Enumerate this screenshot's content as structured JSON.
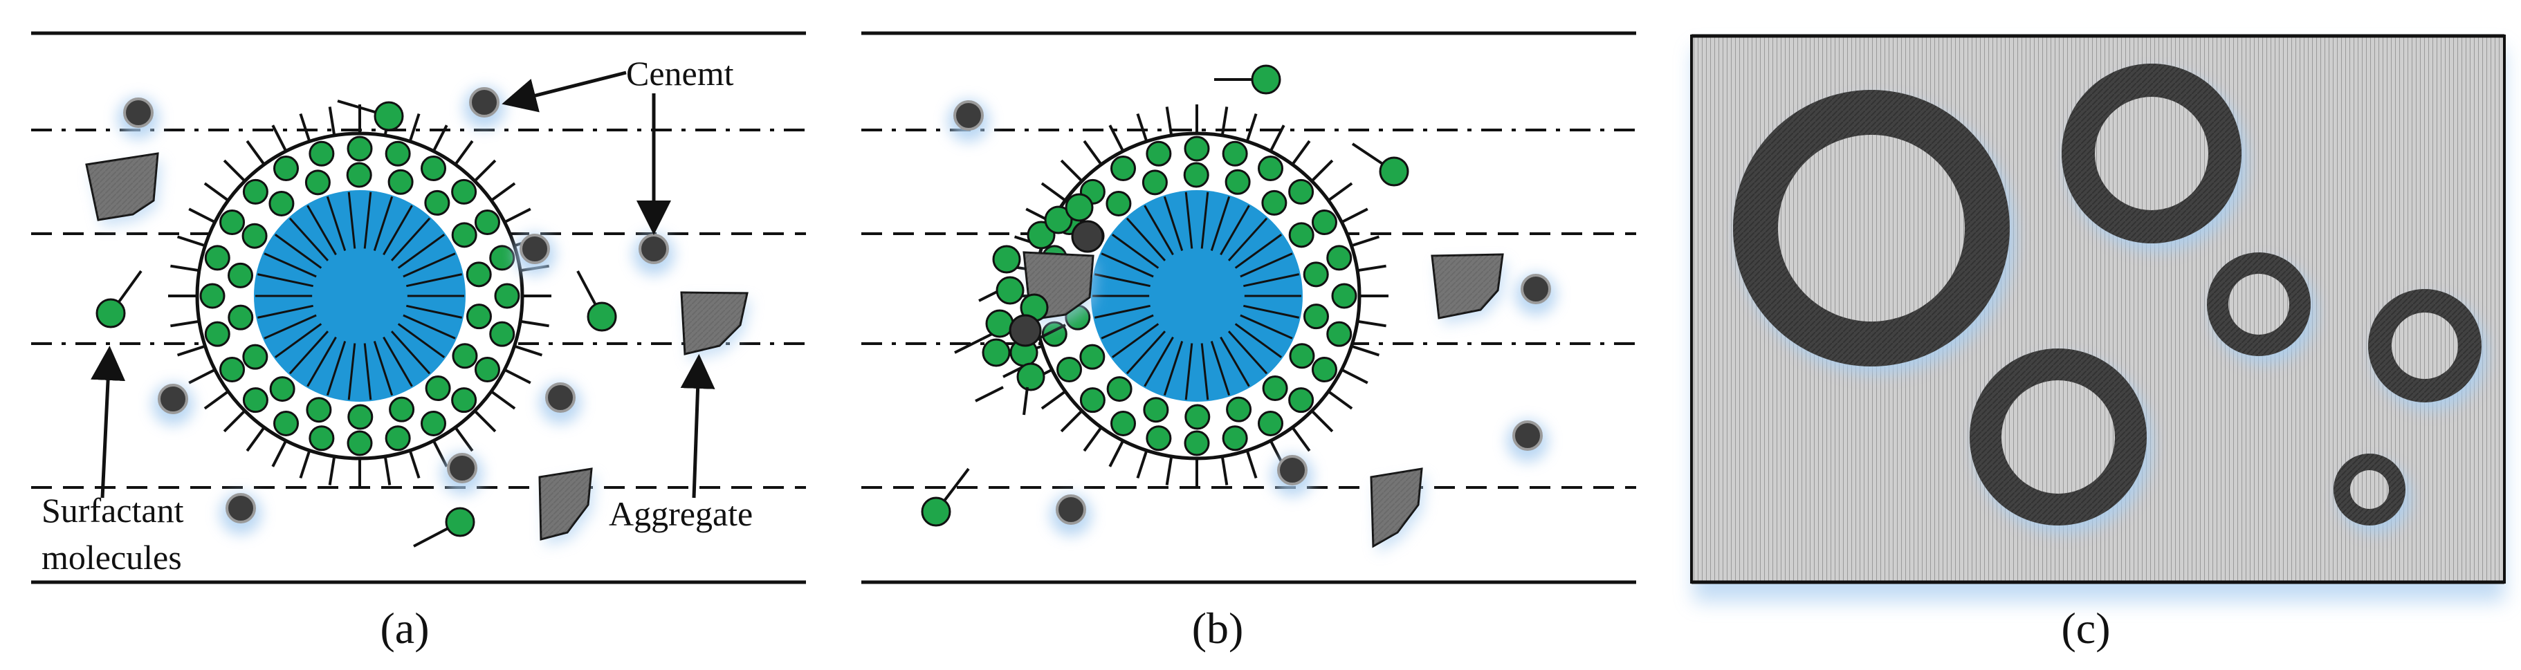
{
  "panels": [
    {
      "id": "a",
      "caption": "(a)"
    },
    {
      "id": "b",
      "caption": "(b)"
    },
    {
      "id": "c",
      "caption": "(c)"
    }
  ],
  "annotations": {
    "cement": "Cenemt",
    "surfactant_line1": "Surfactant",
    "surfactant_line2": "molecules",
    "aggregate": "Aggregate"
  },
  "colors": {
    "surfactant_head": "#1fa64a",
    "oil_core": "#1f97d6",
    "cement_particle": "#3c3c3c",
    "aggregate_fill": "#8c8c8c",
    "ring": "#3a3a3a",
    "hardened_matrix": "#c8c8c8",
    "glow": "#a9cdf0"
  }
}
